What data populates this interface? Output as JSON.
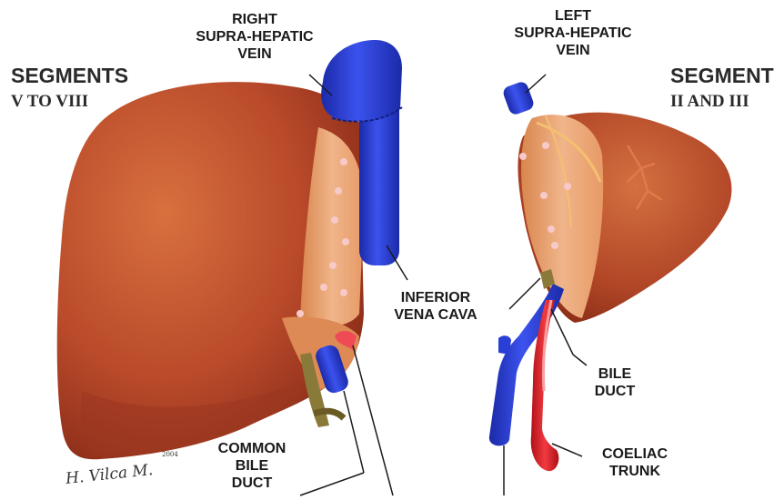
{
  "headings": {
    "right_lobe_line1": "SEGMENTS",
    "right_lobe_line2": "V TO VIII",
    "left_lobe_line1": "SEGMENT",
    "left_lobe_line2": "II AND III"
  },
  "labels": {
    "right_supra_hepatic_vein": [
      "RIGHT",
      "SUPRA-HEPATIC",
      "VEIN"
    ],
    "left_supra_hepatic_vein": [
      "LEFT",
      "SUPRA-HEPATIC",
      "VEIN"
    ],
    "inferior_vena_cava": [
      "INFERIOR",
      "VENA CAVA"
    ],
    "bile_duct": [
      "BILE",
      "DUCT"
    ],
    "common_bile_duct": [
      "COMMON",
      "BILE",
      "DUCT"
    ],
    "coeliac_trunk": [
      "COELIAC",
      "TRUNK"
    ]
  },
  "signature": {
    "name": "H. Vilca M.",
    "date": "2004"
  },
  "colors": {
    "liver": "#b5462a",
    "liver_light": "#d8703e",
    "hilum": "#eaa67a",
    "vein": "#2a3fd6",
    "artery": "#e0202a",
    "artery_light": "#f08a8a",
    "bile": "#8a7a3a"
  }
}
